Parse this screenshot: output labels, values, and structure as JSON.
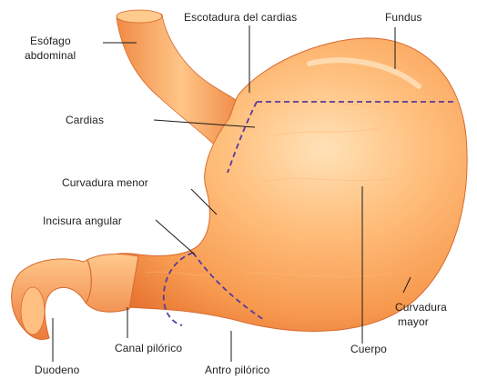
{
  "diagram": {
    "labels": {
      "esofago_line1": "Esófago",
      "esofago_line2": "abdominal",
      "escotadura": "Escotadura del cardias",
      "fundus": "Fundus",
      "cardias": "Cardias",
      "curvadura_menor": "Curvadura menor",
      "incisura": "Incisura angular",
      "curvadura_mayor_line1": "Curvadura",
      "curvadura_mayor_line2": "mayor",
      "canal_pilorico": "Canal pilórico",
      "cuerpo": "Cuerpo",
      "duodeno": "Duodeno",
      "antro_pilorico": "Antro pilórico"
    },
    "colors": {
      "stomach_light": "#ffd29a",
      "stomach_mid": "#f7a25a",
      "stomach_dark": "#e0662a",
      "divider": "#5a3a9a",
      "label_text": "#222222"
    }
  }
}
